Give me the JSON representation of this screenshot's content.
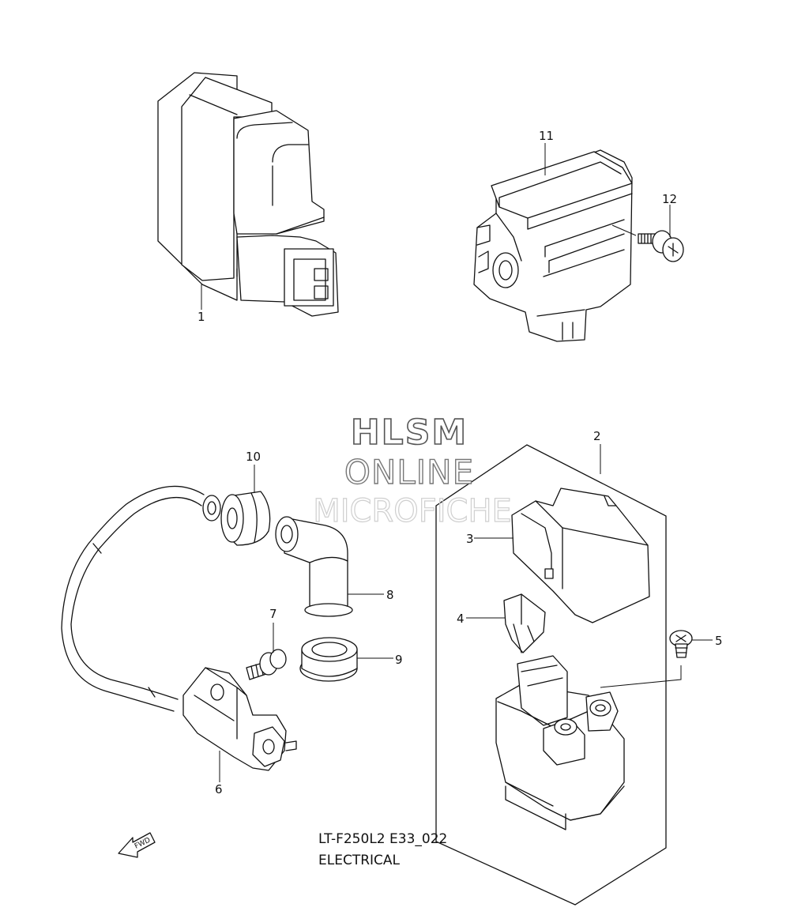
{
  "diagram": {
    "code": "LT-F250L2 E33_022",
    "section": "ELECTRICAL",
    "forward_arrow": "FWD"
  },
  "watermark": {
    "line1": "HLSM",
    "line2": "ONLINE",
    "line3": "MICROFICHE"
  },
  "callouts": {
    "c1": "1",
    "c2": "2",
    "c3": "3",
    "c4": "4",
    "c5": "5",
    "c6": "6",
    "c7": "7",
    "c8": "8",
    "c9": "9",
    "c10": "10",
    "c11": "11",
    "c12": "12"
  }
}
